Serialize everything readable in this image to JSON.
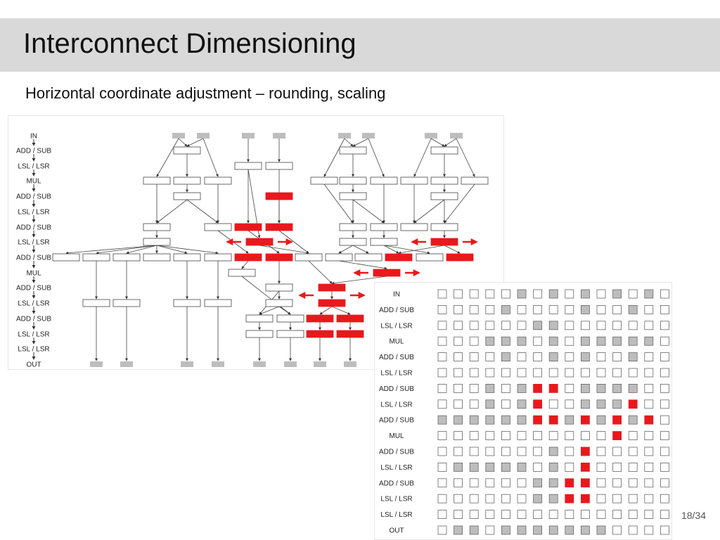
{
  "slide": {
    "title": "Interconnect Dimensioning",
    "subtitle": "Horizontal coordinate adjustment – rounding, scaling",
    "page": "18/34"
  },
  "colors": {
    "highlight": "#e8191c",
    "placed": "#bdbdbd",
    "title_bar": "#d9d9d9"
  },
  "graph": {
    "stages": [
      "IN",
      "ADD / SUB",
      "LSL / LSR",
      "MUL",
      "ADD / SUB",
      "LSL / LSR",
      "ADD / SUB",
      "LSL / LSR",
      "ADD / SUB",
      "MUL",
      "ADD / SUB",
      "LSL / LSR",
      "ADD / SUB",
      "LSL / LSR",
      "LSL / LSR",
      "OUT"
    ]
  },
  "grid": {
    "stages": [
      "IN",
      "ADD / SUB",
      "LSL / LSR",
      "MUL",
      "ADD / SUB",
      "LSL / LSR",
      "ADD / SUB",
      "LSL / LSR",
      "ADD / SUB",
      "MUL",
      "ADD / SUB",
      "LSL / LSR",
      "ADD / SUB",
      "LSL / LSR",
      "LSL / LSR",
      "OUT"
    ],
    "columns": 15,
    "cells": [
      [
        0,
        0,
        0,
        0,
        0,
        1,
        0,
        1,
        0,
        1,
        0,
        1,
        0,
        1,
        0
      ],
      [
        0,
        0,
        0,
        0,
        1,
        0,
        0,
        0,
        0,
        1,
        0,
        0,
        1,
        0,
        0
      ],
      [
        0,
        0,
        0,
        0,
        0,
        0,
        1,
        1,
        0,
        0,
        0,
        0,
        0,
        0,
        0
      ],
      [
        0,
        0,
        0,
        1,
        1,
        1,
        0,
        1,
        0,
        1,
        1,
        1,
        1,
        1,
        0
      ],
      [
        0,
        0,
        0,
        0,
        1,
        0,
        0,
        1,
        0,
        1,
        0,
        0,
        1,
        0,
        0
      ],
      [
        0,
        0,
        0,
        0,
        0,
        0,
        0,
        0,
        0,
        0,
        0,
        0,
        0,
        0,
        0
      ],
      [
        0,
        0,
        0,
        1,
        0,
        1,
        2,
        2,
        0,
        1,
        1,
        1,
        1,
        0,
        0
      ],
      [
        0,
        0,
        0,
        1,
        0,
        1,
        2,
        0,
        0,
        1,
        1,
        1,
        2,
        0,
        0
      ],
      [
        1,
        1,
        1,
        1,
        1,
        1,
        2,
        2,
        1,
        2,
        1,
        2,
        1,
        2,
        0
      ],
      [
        0,
        0,
        0,
        0,
        0,
        0,
        0,
        0,
        0,
        0,
        0,
        2,
        0,
        0,
        0
      ],
      [
        0,
        0,
        0,
        0,
        0,
        0,
        0,
        1,
        0,
        2,
        0,
        0,
        0,
        0,
        0
      ],
      [
        0,
        1,
        1,
        1,
        1,
        1,
        0,
        1,
        0,
        2,
        0,
        0,
        0,
        0,
        0
      ],
      [
        0,
        0,
        0,
        0,
        0,
        0,
        1,
        1,
        2,
        2,
        0,
        0,
        0,
        0,
        0
      ],
      [
        0,
        0,
        0,
        0,
        0,
        0,
        1,
        1,
        2,
        2,
        0,
        0,
        0,
        0,
        0
      ],
      [
        0,
        0,
        0,
        0,
        0,
        0,
        0,
        0,
        0,
        0,
        0,
        0,
        0,
        0,
        0
      ],
      [
        0,
        1,
        1,
        0,
        1,
        1,
        1,
        1,
        1,
        1,
        1,
        0,
        0,
        0,
        0
      ]
    ]
  }
}
